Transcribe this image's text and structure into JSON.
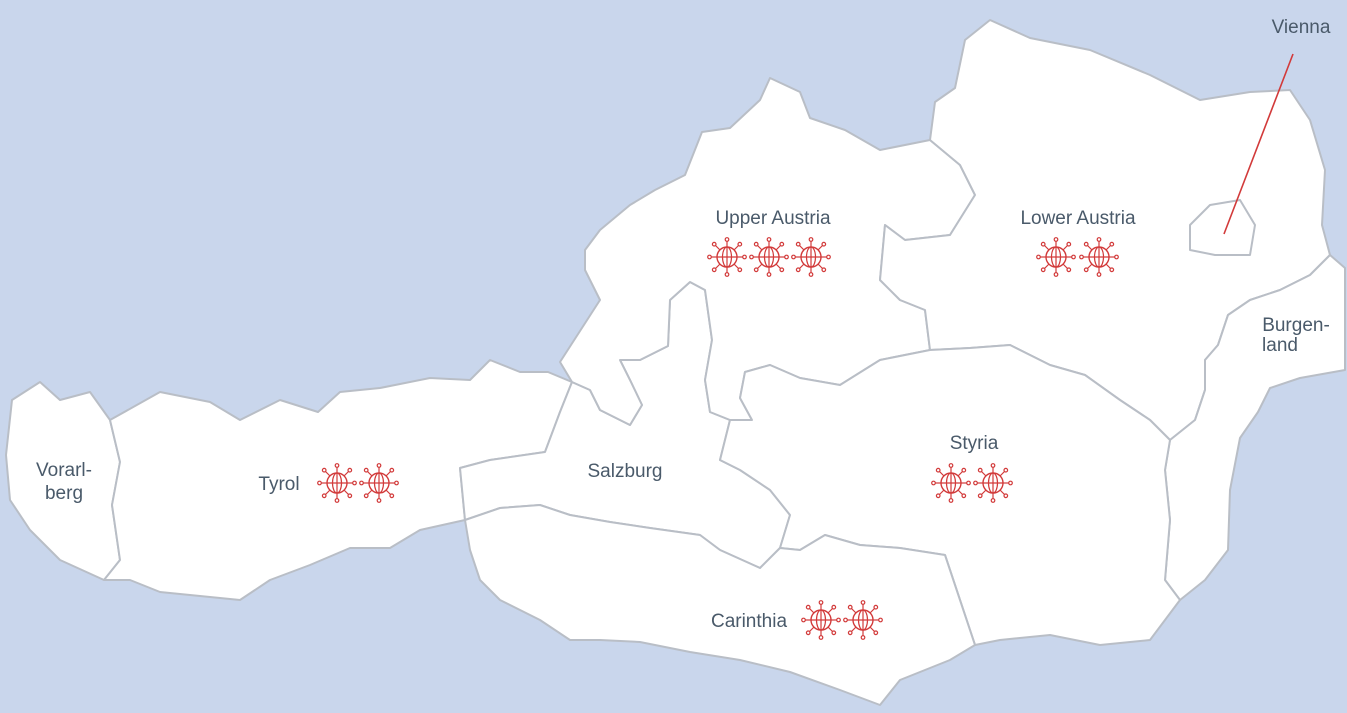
{
  "background_color": "#c9d6ec",
  "accent_color": "#d23a3a",
  "regions": {
    "vorarlberg": {
      "label_line1": "Vorarl-",
      "label_line2": "berg",
      "icon_count": 0
    },
    "tyrol": {
      "label": "Tyrol",
      "icon_count": 2
    },
    "salzburg": {
      "label": "Salzburg",
      "icon_count": 0
    },
    "upper_austria": {
      "label": "Upper Austria",
      "icon_count": 3
    },
    "lower_austria": {
      "label": "Lower Austria",
      "icon_count": 2
    },
    "vienna": {
      "label": "Vienna",
      "icon_count": 0
    },
    "burgenland": {
      "label_line1": "Burgen-",
      "label_line2": "land",
      "icon_count": 0
    },
    "styria": {
      "label": "Styria",
      "icon_count": 2
    },
    "carinthia": {
      "label": "Carinthia",
      "icon_count": 2
    }
  },
  "icon_name": "virus-icon"
}
